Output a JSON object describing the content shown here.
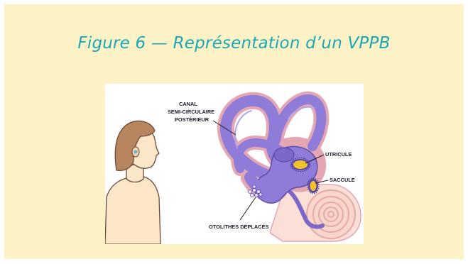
{
  "figure_title": "Figure 6 — Représentation d’un VPPB",
  "labels": {
    "canal_line1": "CANAL",
    "canal_line2": "SEMI-CIRCULAIRE",
    "canal_line3": "POSTÉRIEUR",
    "utricule": "UTRICULE",
    "saccule": "SACCULE",
    "otolithes": "OTOLITHES DÉPLACÉS"
  },
  "colors": {
    "background": "#fdf2c5",
    "title": "#1aa7b8",
    "labyrinth_fill": "#8f7cd8",
    "labyrinth_outline": "#e4a6b3",
    "cochlea": "#f6cfc6",
    "utricule_macula": "#f2c229"
  }
}
